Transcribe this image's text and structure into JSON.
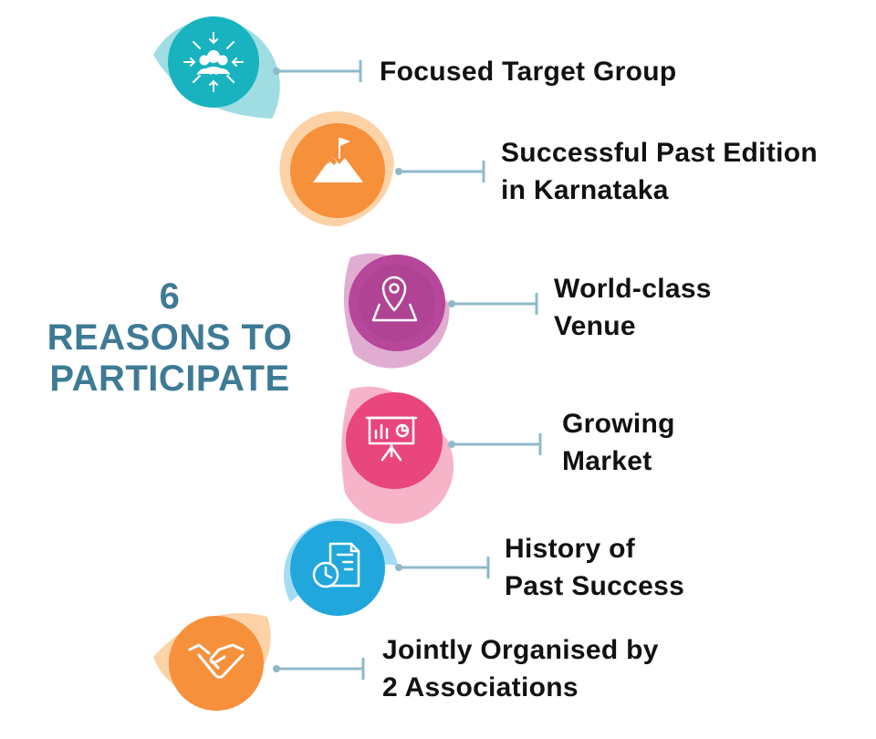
{
  "title": {
    "line1": "6",
    "line2": "REASONS TO",
    "line3": "PARTICIPATE"
  },
  "colors": {
    "title": "#3e7a95",
    "connector": "#8fb9c9"
  },
  "reasons": [
    {
      "lines": [
        "Focused Target Group"
      ],
      "icon": "people-target-icon",
      "color": "#18b3bf",
      "ring": "#9fdde3"
    },
    {
      "lines": [
        "Successful Past Edition",
        "in Karnataka"
      ],
      "icon": "mountain-flag-icon",
      "color": "#f7903b",
      "ring": "#fcd2a6"
    },
    {
      "lines": [
        "World-class",
        "Venue"
      ],
      "icon": "location-pin-icon",
      "color": "#b7479a",
      "ring": "#e0acd1"
    },
    {
      "lines": [
        "Growing",
        "Market"
      ],
      "icon": "presentation-chart-icon",
      "color": "#e8467d",
      "ring": "#f6b4c9"
    },
    {
      "lines": [
        "History of",
        "Past Success"
      ],
      "icon": "document-clock-icon",
      "color": "#21a7dc",
      "ring": "#a6dcf3"
    },
    {
      "lines": [
        "Jointly Organised by",
        "2 Associations"
      ],
      "icon": "handshake-icon",
      "color": "#f7903b",
      "ring": "#fcd2a6"
    }
  ]
}
